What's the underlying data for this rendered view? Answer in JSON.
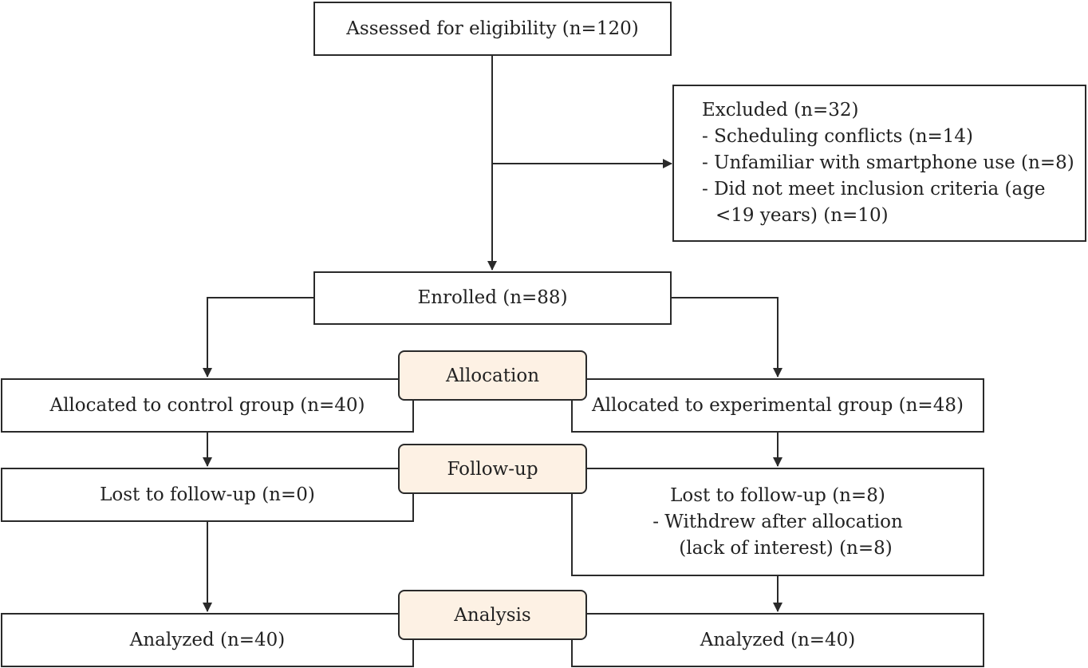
{
  "assessed": {
    "label": "Assessed for eligibility (n=120)"
  },
  "excluded": {
    "title": "Excluded (n=32)",
    "reasons": [
      "- Scheduling conflicts (n=14)",
      "- Unfamiliar with smartphone use (n=8)",
      "- Did not meet inclusion criteria (age",
      "<19 years) (n=10)"
    ]
  },
  "enrolled": {
    "label": "Enrolled (n=88)"
  },
  "stages": {
    "allocation": "Allocation",
    "follow_up": "Follow-up",
    "analysis": "Analysis"
  },
  "control": {
    "allocated": "Allocated to control group (n=40)",
    "lost": "Lost to follow-up (n=0)",
    "analyzed": "Analyzed (n=40)"
  },
  "experimental": {
    "allocated": "Allocated to experimental group (n=48)",
    "lost_title": "Lost to follow-up (n=8)",
    "lost_reason_1": "- Withdrew after allocation",
    "lost_reason_2": "(lack of interest) (n=8)",
    "analyzed": "Analyzed (n=40)"
  },
  "colors": {
    "stage_fill": "#fdf1e4",
    "stroke": "#2a2a2a"
  }
}
